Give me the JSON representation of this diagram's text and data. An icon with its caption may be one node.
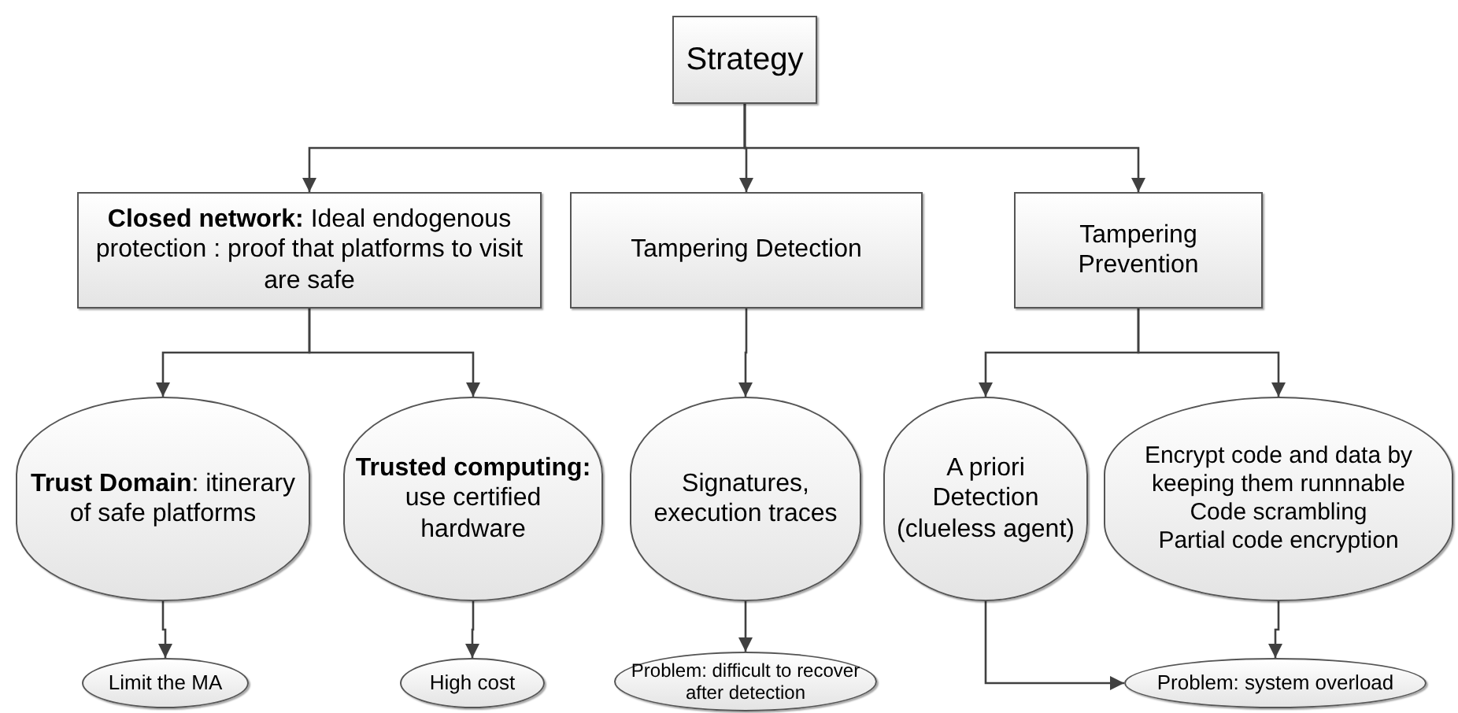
{
  "diagram": {
    "nodes": [
      {
        "text": [
          "Strategy"
        ]
      },
      {
        "text": [
          "**Closed network:** Ideal endogenous protection : proof that platforms to visit are safe"
        ]
      },
      {
        "text": [
          "Tampering Detection"
        ]
      },
      {
        "text": [
          "Tampering Prevention"
        ]
      },
      {
        "text": [
          "**Trust Domain**: itinerary of safe platforms"
        ]
      },
      {
        "text": [
          "**Trusted computing:** use certified hardware"
        ]
      },
      {
        "text": [
          "Signatures, execution traces"
        ]
      },
      {
        "text": [
          "A priori Detection (clueless agent)"
        ]
      },
      {
        "text": [
          "Encrypt code and data by keeping them runnnable",
          "Code scrambling",
          "Partial code encryption"
        ]
      },
      {
        "text": [
          "Limit the MA"
        ]
      },
      {
        "text": [
          "High cost"
        ]
      },
      {
        "text": [
          "Problem: difficult to recover after detection"
        ]
      },
      {
        "text": [
          "Problem: system overload"
        ]
      }
    ],
    "edges": [
      {
        "from": 0,
        "to": 1,
        "arrow": "to"
      },
      {
        "from": 0,
        "to": 2,
        "arrow": "to"
      },
      {
        "from": 0,
        "to": 3,
        "arrow": "to"
      },
      {
        "from": 1,
        "to": 4,
        "arrow": "to"
      },
      {
        "from": 1,
        "to": 5,
        "arrow": "to"
      },
      {
        "from": 2,
        "to": 6,
        "arrow": "to"
      },
      {
        "from": 3,
        "to": 7,
        "arrow": "to"
      },
      {
        "from": 3,
        "to": 8,
        "arrow": "to"
      },
      {
        "from": 4,
        "to": 9,
        "arrow": "to"
      },
      {
        "from": 5,
        "to": 10,
        "arrow": "to"
      },
      {
        "from": 6,
        "to": 11,
        "arrow": "to"
      },
      {
        "from": 7,
        "to": 12,
        "arrow": "to"
      },
      {
        "from": 8,
        "to": 12,
        "arrow": "to"
      }
    ]
  }
}
